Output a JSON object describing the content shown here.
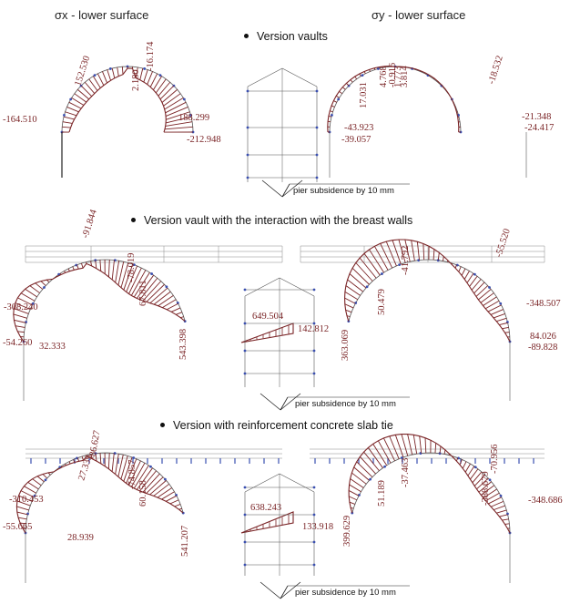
{
  "header": {
    "left_title": "σx - lower surface",
    "right_title": "σy - lower surface"
  },
  "sections": [
    {
      "title": "Version vaults",
      "pier_label": "pier subsidence by 10 mm",
      "values": [
        "-164.510",
        "152.530",
        "2.180",
        "-16.174",
        "188.299",
        "-212.948",
        "4.768",
        "-0.916",
        "1.773",
        "3.814",
        "17.031",
        "-18.532",
        "-43.923",
        "-39.057",
        "-21.348",
        "-24.417"
      ]
    },
    {
      "title": "Version vault with the interaction with the breast walls",
      "pier_label": "pier subsidence by 10 mm",
      "values": [
        "-91.844",
        "-78.019",
        "-308.240",
        "-54.260",
        "32.333",
        "67.811",
        "543.398",
        "649.504",
        "142.812",
        "-41.792",
        "-55.520",
        "50.479",
        "363.069",
        "-348.507",
        "84.026",
        "-89.828"
      ]
    },
    {
      "title": "Version with reinforcement concrete slab tie",
      "pier_label": "pier subsidence by 10 mm",
      "values": [
        "27.339",
        "-86.627",
        "-74.857",
        "-310.453",
        "-55.665",
        "28.939",
        "60.158",
        "541.207",
        "638.243",
        "133.918",
        "-37.463",
        "-70.956",
        "51.189",
        "-388.679",
        "399.629",
        "-348.686"
      ]
    }
  ],
  "colors": {
    "stress_fill": "#7a2426",
    "structure_line": "#555555",
    "node_marker": "#3a4fb0"
  }
}
